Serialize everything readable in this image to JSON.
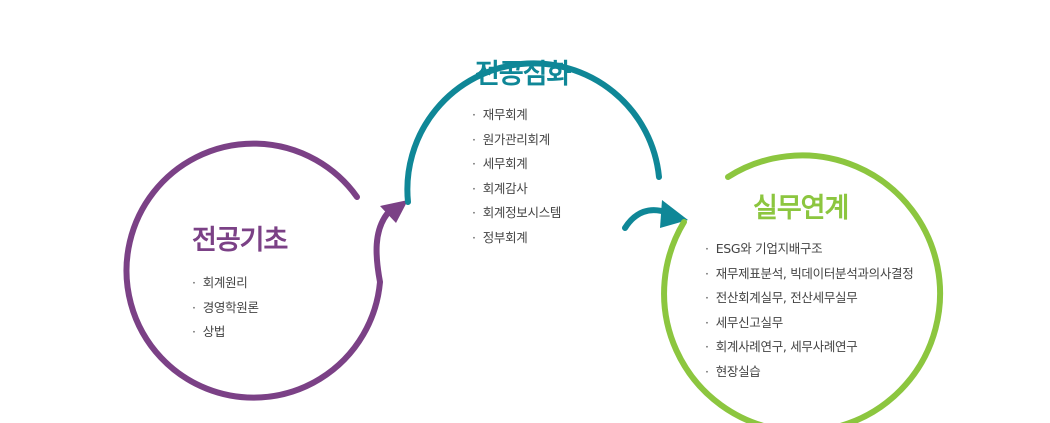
{
  "stages": [
    {
      "id": "foundation",
      "title": "전공기초",
      "color": "#7b4186",
      "items": [
        "회계원리",
        "경영학원론",
        "상법"
      ]
    },
    {
      "id": "advanced",
      "title": "전공심화",
      "color": "#0f8797",
      "items": [
        "재무회계",
        "원가관리회계",
        "세무회계",
        "회계감사",
        "회계정보시스템",
        "정부회계"
      ]
    },
    {
      "id": "practice",
      "title": "실무연계",
      "color": "#8cc63f",
      "items": [
        "ESG와 기업지배구조",
        "재무제표분석, 빅데이터분석과의사결정",
        "전산회계실무,  전산세무실무",
        "세무신고실무",
        "회계사례연구,  세무사례연구",
        "현장실습"
      ]
    }
  ]
}
